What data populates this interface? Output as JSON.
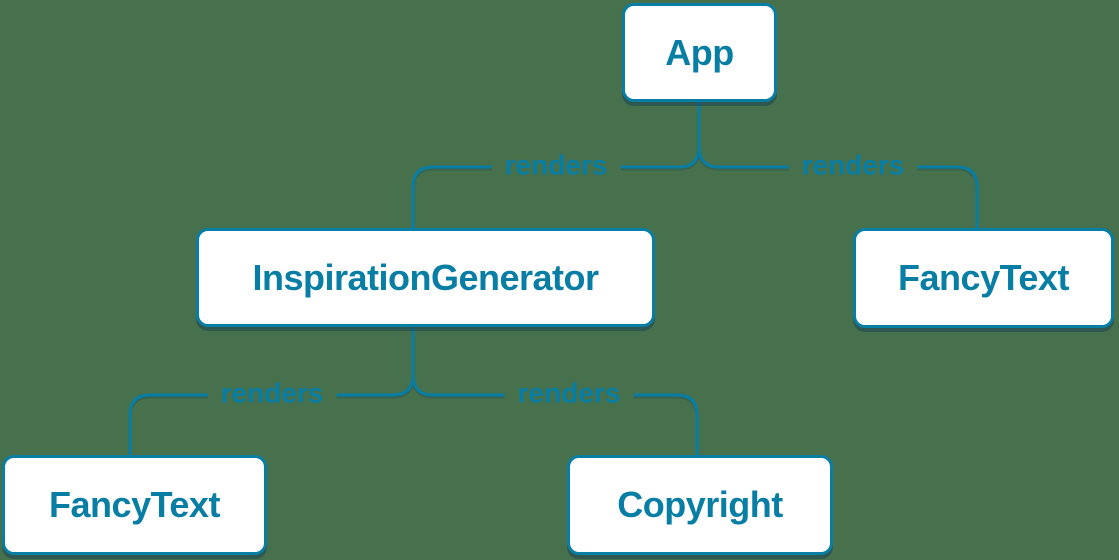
{
  "colors": {
    "background": "#47704d",
    "accent": "#087ea4",
    "node_fill": "#ffffff"
  },
  "nodes": [
    {
      "id": "app",
      "label": "App"
    },
    {
      "id": "inspiration-generator",
      "label": "InspirationGenerator"
    },
    {
      "id": "fancy-text-top",
      "label": "FancyText"
    },
    {
      "id": "fancy-text-bottom",
      "label": "FancyText"
    },
    {
      "id": "copyright",
      "label": "Copyright"
    }
  ],
  "edges": [
    {
      "from": "App",
      "to": "InspirationGenerator",
      "label": "renders"
    },
    {
      "from": "App",
      "to": "FancyText",
      "label": "renders"
    },
    {
      "from": "InspirationGenerator",
      "to": "FancyText",
      "label": "renders"
    },
    {
      "from": "InspirationGenerator",
      "to": "Copyright",
      "label": "renders"
    }
  ]
}
